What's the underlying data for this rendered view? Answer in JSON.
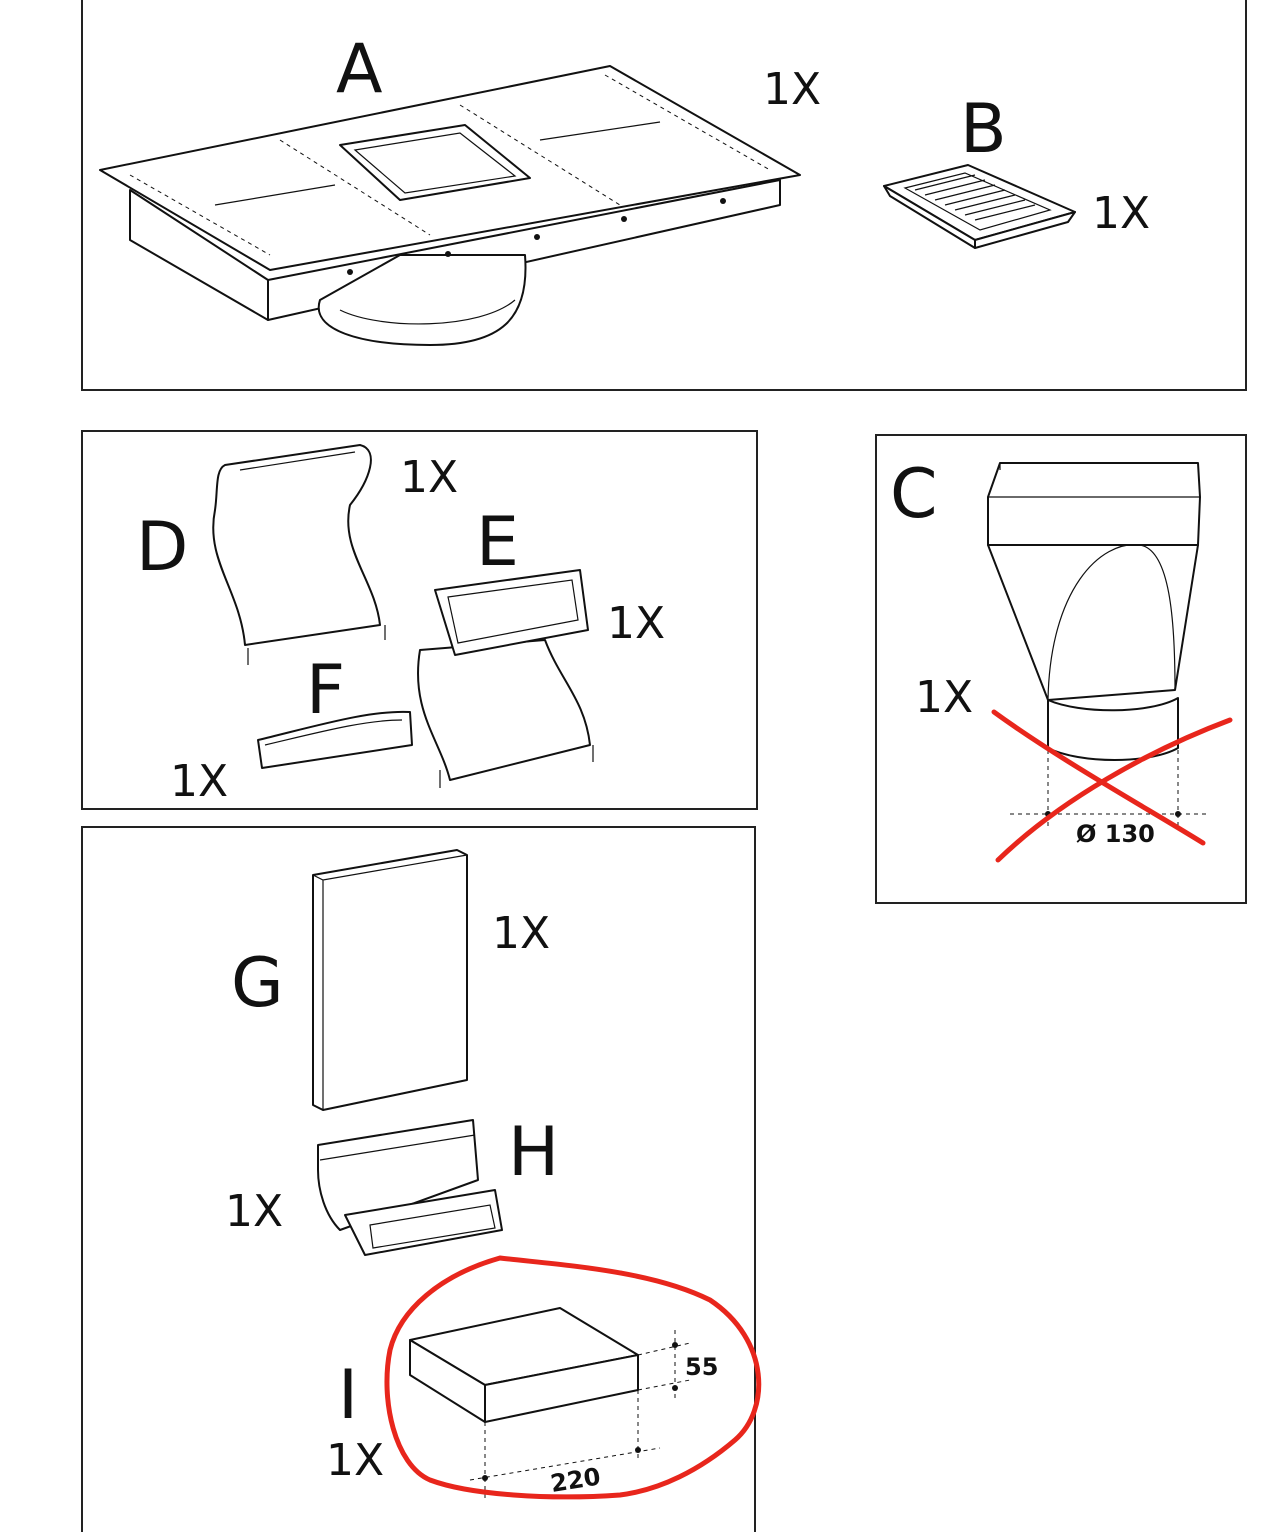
{
  "parts": {
    "A": {
      "label": "A",
      "qty": "1X"
    },
    "B": {
      "label": "B",
      "qty": "1X"
    },
    "C": {
      "label": "C",
      "qty": "1X",
      "dimension": "Ø 130"
    },
    "D": {
      "label": "D",
      "qty": "1X"
    },
    "E": {
      "label": "E",
      "qty": "1X"
    },
    "F": {
      "label": "F",
      "qty": "1X"
    },
    "G": {
      "label": "G",
      "qty": "1X"
    },
    "H": {
      "label": "H",
      "qty": "1X"
    },
    "I": {
      "label": "I",
      "qty": "1X",
      "dimension_height": "55",
      "dimension_width": "220"
    }
  },
  "annotation_color": "#e8261c"
}
